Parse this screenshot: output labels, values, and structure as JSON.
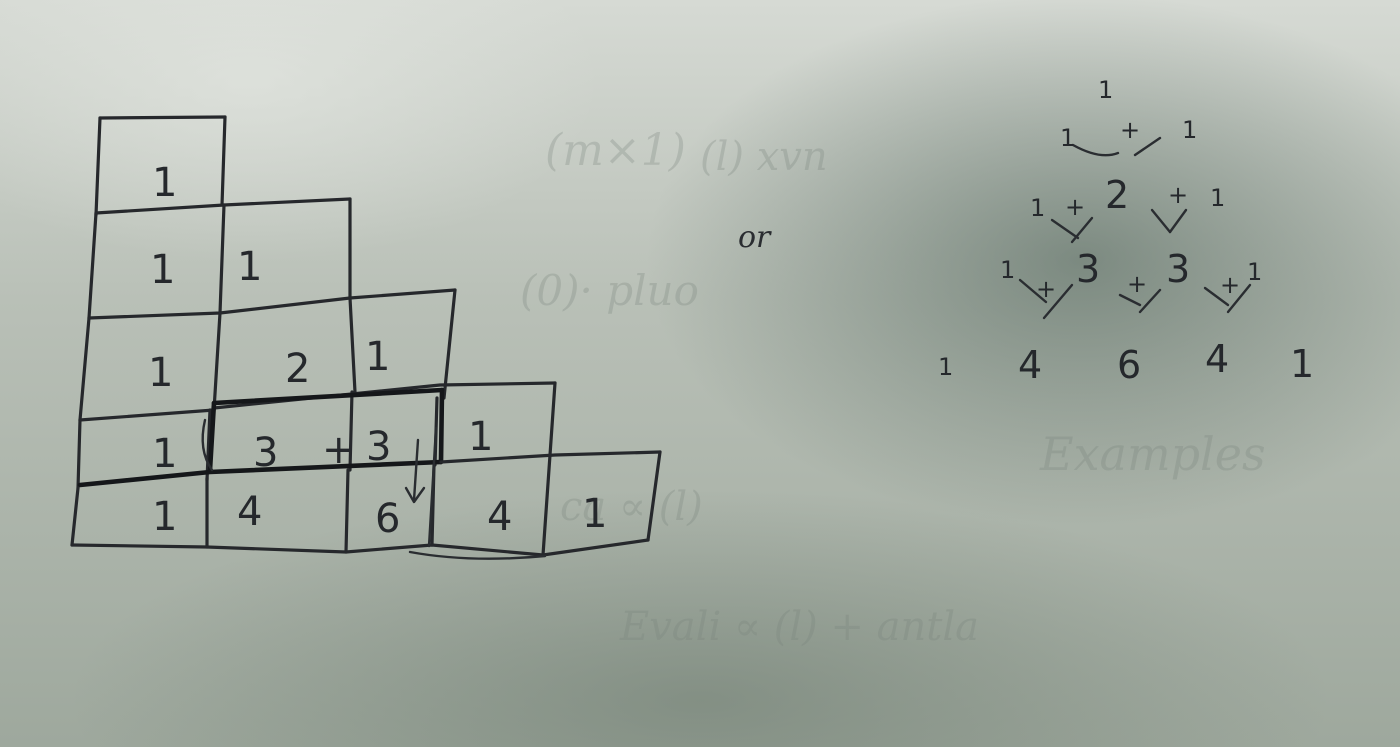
{
  "bricks": {
    "rows": [
      [
        "1"
      ],
      [
        "1",
        "1"
      ],
      [
        "1",
        "2",
        "1"
      ],
      [
        "1",
        "3",
        "+",
        "3",
        "1"
      ],
      [
        "1",
        "4",
        "6",
        "4",
        "1"
      ]
    ]
  },
  "connector_word": "or",
  "triangle": {
    "rows": [
      [
        "1"
      ],
      [
        "1",
        "+",
        "1"
      ],
      [
        "1",
        "+",
        "2",
        "+",
        "1"
      ],
      [
        "1",
        "+",
        "3",
        "+",
        "3",
        "+",
        "1"
      ],
      [
        "1",
        "4",
        "6",
        "4",
        "1"
      ]
    ]
  }
}
